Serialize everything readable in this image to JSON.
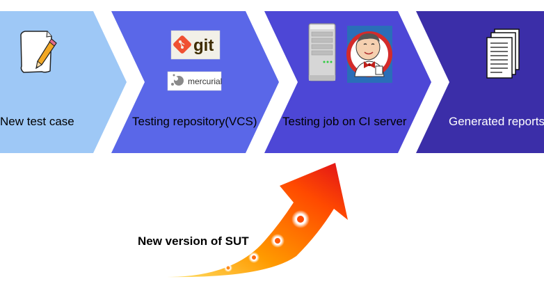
{
  "stages": [
    {
      "label": "New test case",
      "color": "#9ec8f6",
      "icon": "pencil-paper-icon"
    },
    {
      "label": "Testing repository(VCS)",
      "color": "#5a67e8",
      "icons": [
        "git-logo",
        "mercurial-logo"
      ]
    },
    {
      "label": "Testing job on CI server",
      "color": "#4d47d6",
      "icons": [
        "server-tower-icon",
        "jenkins-logo"
      ]
    },
    {
      "label": "Generated reports",
      "color": "#3b2ea8",
      "icon": "documents-stack-icon"
    }
  ],
  "logos": {
    "git": "git",
    "mercurial": "mercurial"
  },
  "arrow": {
    "label": "New version of SUT",
    "color_start": "#ffd000",
    "color_end": "#e8101a"
  }
}
